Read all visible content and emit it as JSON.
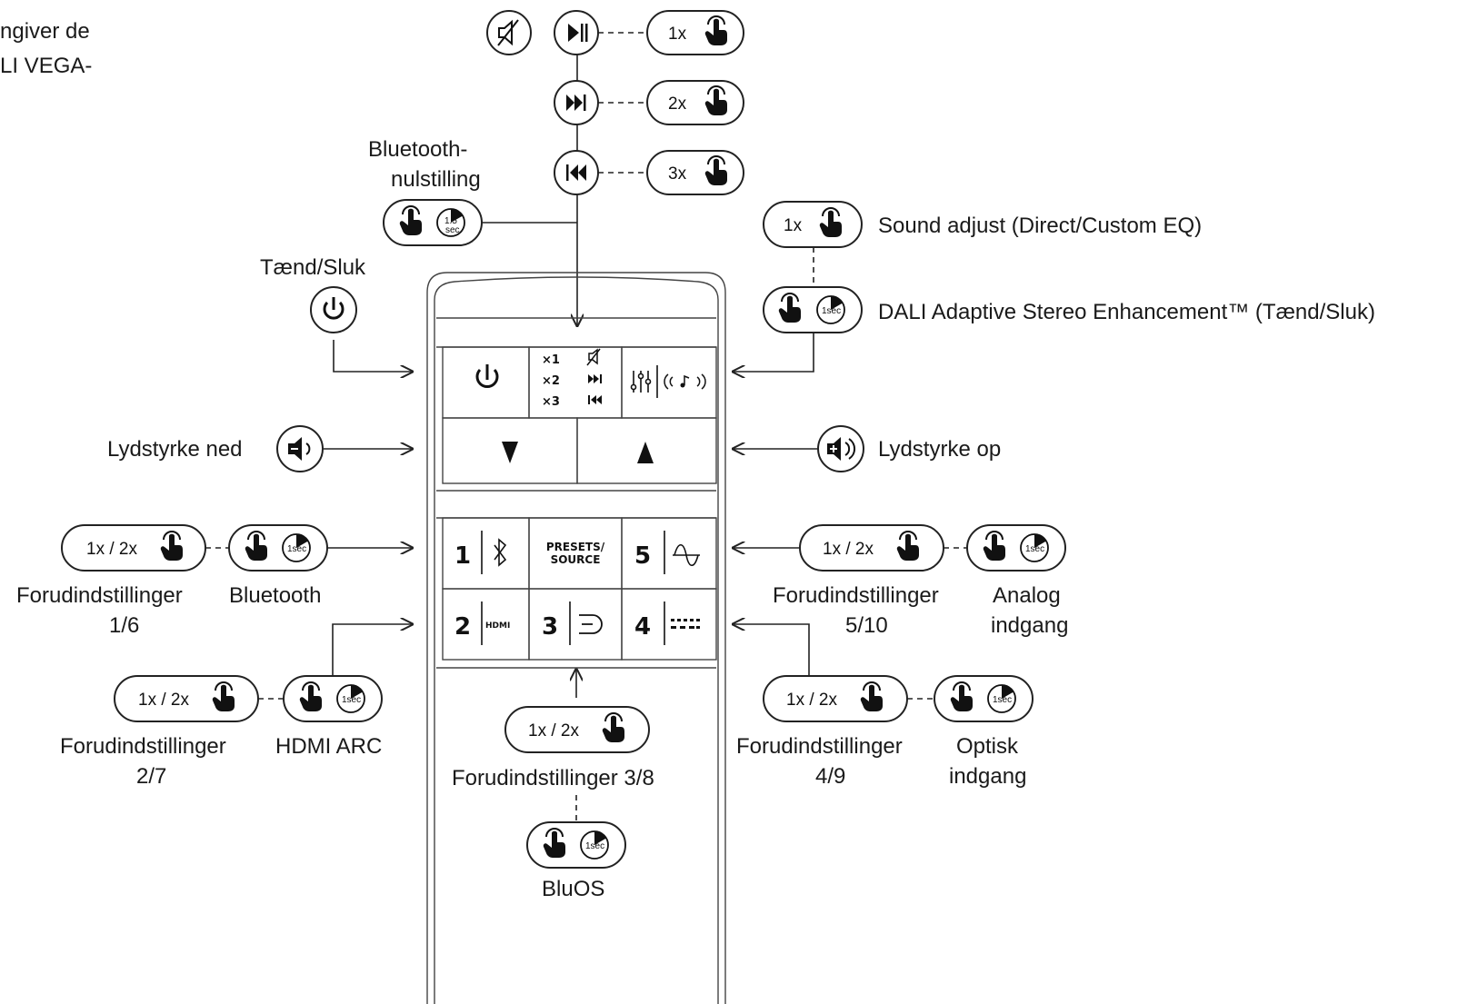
{
  "intro_text": {
    "line1": "ngiver de",
    "line2": "LI VEGA-"
  },
  "labels": {
    "bt_reset_line1": "Bluetooth-",
    "bt_reset_line2": "nulstilling",
    "power": "Tænd/Sluk",
    "sound_adjust": "Sound adjust (Direct/Custom EQ)",
    "dase": "DALI Adaptive Stereo Enhancement™ (Tænd/Sluk)",
    "vol_down": "Lydstyrke ned",
    "vol_up": "Lydstyrke op",
    "presets_16": "Forudindstillinger",
    "presets_16_num": "1/6",
    "bluetooth": "Bluetooth",
    "presets_510": "Forudindstillinger",
    "presets_510_num": "5/10",
    "analog_1": "Analog",
    "analog_2": "indgang",
    "presets_27": "Forudindstillinger",
    "presets_27_num": "2/7",
    "hdmi_arc": "HDMI ARC",
    "presets_49": "Forudindstillinger",
    "presets_49_num": "4/9",
    "optical_1": "Optisk",
    "optical_2": "indgang",
    "presets_38": "Forudindstillinger 3/8",
    "bluos": "BluOS"
  },
  "pills": {
    "once": "1x",
    "twice": "2x",
    "thrice": "3x",
    "one_two": "1x / 2x",
    "hold_1sec": "1sec",
    "hold_15": "1.5",
    "hold_15_unit": "sec"
  },
  "remote": {
    "multi_x1": "×1",
    "multi_x2": "×2",
    "multi_x3": "×3",
    "presets_1": "PRESETS/",
    "presets_2": "SOURCE",
    "key1": "1",
    "key2": "2",
    "key3": "3",
    "key4": "4",
    "key5": "5",
    "hdmi": "HDMI"
  },
  "icons": [
    "mute-icon",
    "play-pause-icon",
    "next-icon",
    "previous-icon",
    "hand-tap-icon",
    "timer-icon",
    "power-icon",
    "eq-icon",
    "volume-down-icon",
    "volume-up-icon",
    "bluetooth-icon",
    "analog-icon",
    "optical-icon",
    "hdmi-icon",
    "bluos-icon"
  ]
}
